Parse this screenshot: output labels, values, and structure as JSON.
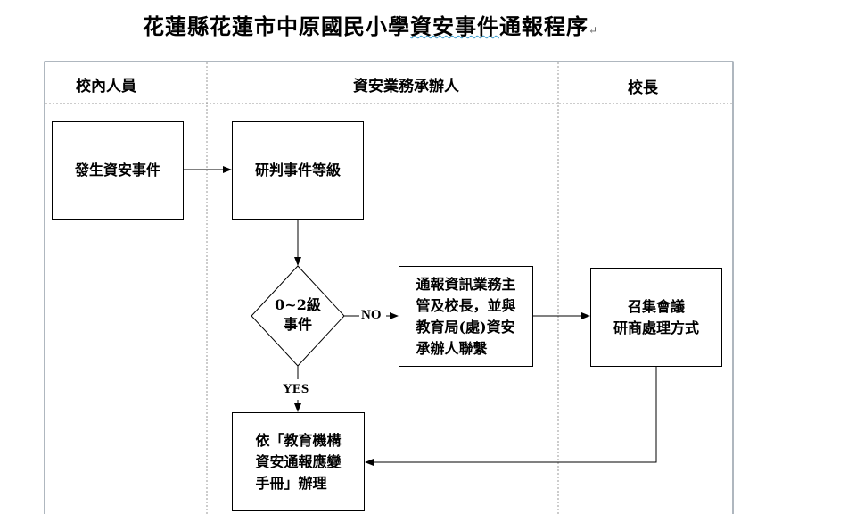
{
  "title": {
    "prefix": "花蓮縣花蓮市中原國民小學",
    "underlined": "資安事件",
    "suffix": "通報程序",
    "mark": "↵"
  },
  "lanes": {
    "staff": "校內人員",
    "handler": "資安業務承辦人",
    "principal": "校長"
  },
  "nodes": {
    "incident": "發生資安事件",
    "assess": "研判事件等級",
    "decision": "0~2級\n事件",
    "notify": "通報資訊業務主\n管及校長，並與\n教育局(處)資安\n承辦人聯繫",
    "meeting": "召集會議\n研商處理方式",
    "handbook": "依「教育機構\n資安通報應變\n手冊」辦理"
  },
  "edges": {
    "no": "NO",
    "yes": "YES"
  }
}
